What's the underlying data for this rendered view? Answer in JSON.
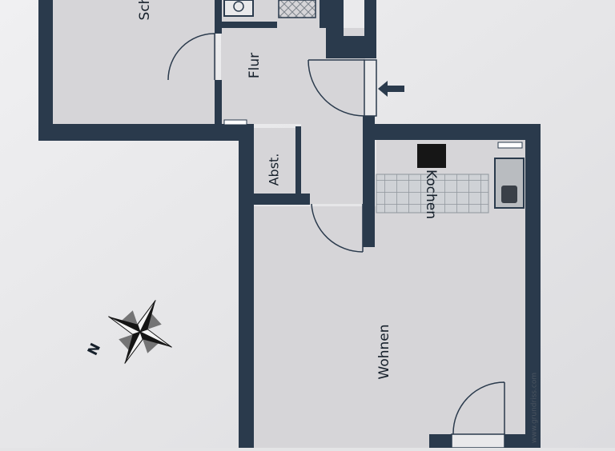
{
  "plan": {
    "rooms": {
      "schlafen": "Sch",
      "flur": "Flur",
      "abstellraum": "Abst.",
      "kochen": "Kochen",
      "wohnen": "Wohnen"
    },
    "compass": {
      "north_label": "N",
      "icon": "compass-rose-icon"
    },
    "entrance_arrow": {
      "icon": "arrow-left-icon"
    },
    "watermark": "www.grundriss.com",
    "colors": {
      "paper": "#e4e4e6",
      "room_fill": "#d6d5d8",
      "wall": "#2a3a4c",
      "tile_grid": "#8f959c",
      "text": "#16202b"
    }
  }
}
